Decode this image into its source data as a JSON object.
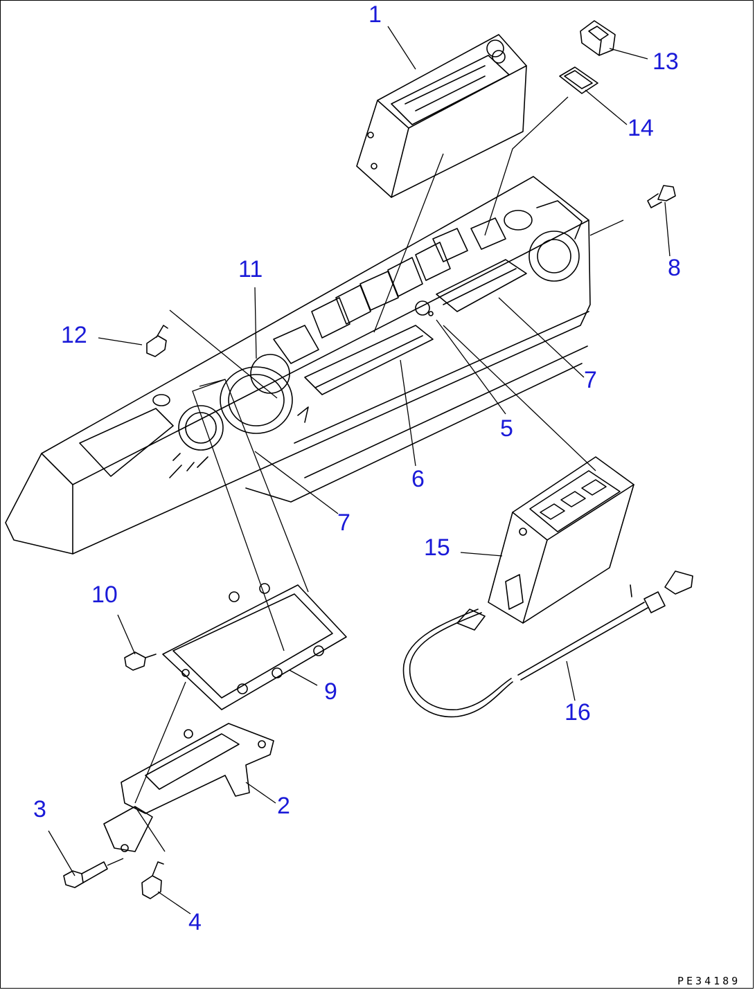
{
  "diagram": {
    "drawing_code": "PE34189",
    "callouts": [
      {
        "id": "c1",
        "label": "1"
      },
      {
        "id": "c2",
        "label": "2"
      },
      {
        "id": "c3",
        "label": "3"
      },
      {
        "id": "c4",
        "label": "4"
      },
      {
        "id": "c5",
        "label": "5"
      },
      {
        "id": "c6",
        "label": "6"
      },
      {
        "id": "c7a",
        "label": "7"
      },
      {
        "id": "c7b",
        "label": "7"
      },
      {
        "id": "c8",
        "label": "8"
      },
      {
        "id": "c9",
        "label": "9"
      },
      {
        "id": "c10",
        "label": "10"
      },
      {
        "id": "c11",
        "label": "11"
      },
      {
        "id": "c12",
        "label": "12"
      },
      {
        "id": "c13",
        "label": "13"
      },
      {
        "id": "c14",
        "label": "14"
      },
      {
        "id": "c15",
        "label": "15"
      },
      {
        "id": "c16",
        "label": "16"
      }
    ],
    "colors": {
      "callout": "#1a1ad8",
      "line": "#000000",
      "background": "#ffffff"
    }
  }
}
